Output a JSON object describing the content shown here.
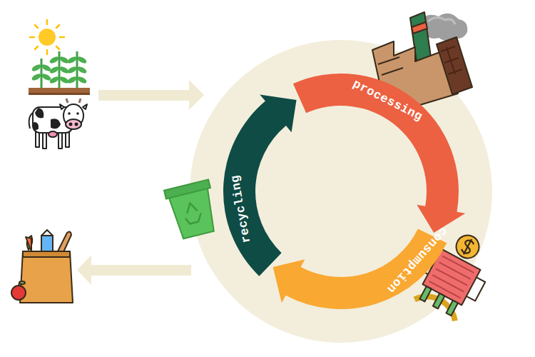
{
  "diagram": {
    "nodes": [
      {
        "text": [
          "processing"
        ]
      },
      {
        "text": [
          "consumption"
        ]
      },
      {
        "text": [
          "recycling"
        ]
      }
    ]
  }
}
